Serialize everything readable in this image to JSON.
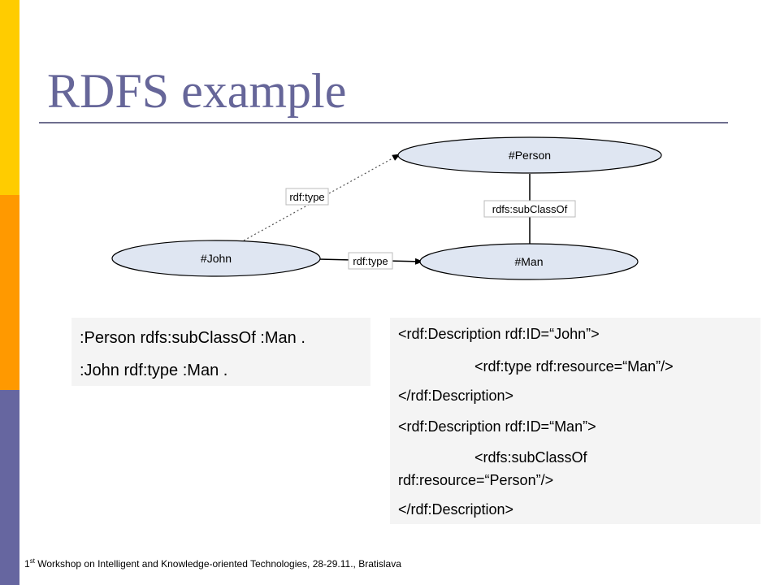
{
  "slide": {
    "title": "RDFS example",
    "colors": {
      "title": "#666699",
      "node_fill": "#dfe6f2",
      "band_top": "#ffcc00",
      "band_mid": "#ff9900",
      "band_bottom": "#6666a0"
    }
  },
  "diagram": {
    "nodes": {
      "person": "#Person",
      "john": "#John",
      "man": "#Man"
    },
    "edges": {
      "john_person": "rdf:type",
      "man_person": "rdfs:subClassOf",
      "john_man": "rdf:type"
    }
  },
  "turtle": {
    "line1": ":Person rdfs:subClassOf :Man .",
    "line2": ":John rdf:type :Man ."
  },
  "xml": {
    "line1": "<rdf:Description rdf:ID=“John”>",
    "line2": "<rdf:type rdf:resource=“Man”/>",
    "line3": "</rdf:Description>",
    "line4": "<rdf:Description rdf:ID=“Man”>",
    "line5": "<rdfs:subClassOf",
    "line6": "rdf:resource=“Person”/>",
    "line7": "</rdf:Description>"
  },
  "footer": {
    "ordinal_num": "1",
    "ordinal_suffix": "st",
    "text": " Workshop on Intelligent and Knowledge-oriented Technologies, 28-29.11.,  Bratislava"
  }
}
